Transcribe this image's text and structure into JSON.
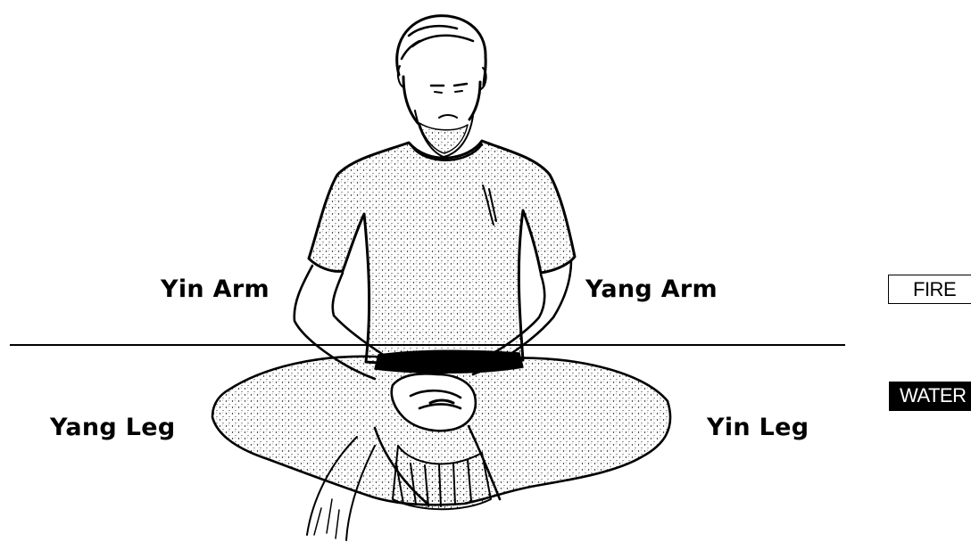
{
  "labels": {
    "yin_arm": "Yin Arm",
    "yang_arm": "Yang Arm",
    "yang_leg": "Yang Leg",
    "yin_leg": "Yin Leg"
  },
  "tags": {
    "fire": "FIRE",
    "water": "WATER"
  },
  "figure": {
    "subject": "seated-meditation-figure-illustration"
  },
  "colors": {
    "ink": "#000000",
    "paper": "#ffffff"
  }
}
